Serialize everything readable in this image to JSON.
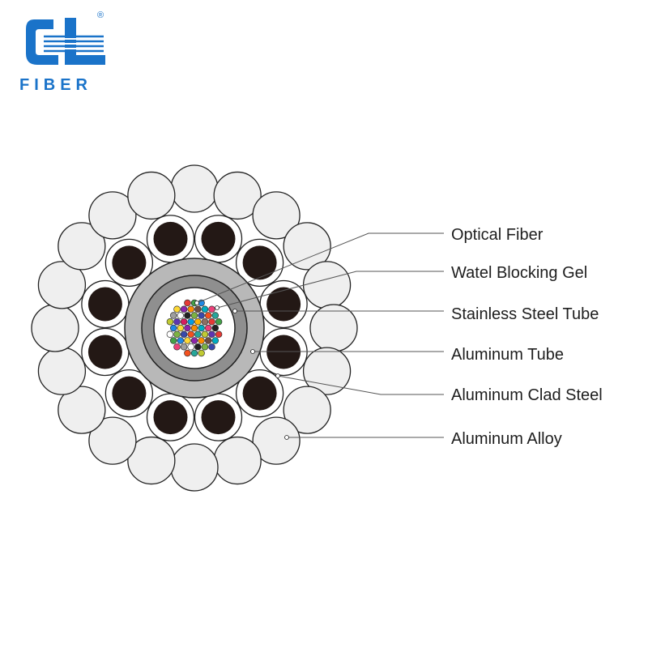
{
  "logo": {
    "mark_letters": "GL",
    "registered_mark": "®",
    "word": "FIBER",
    "color": "#1a73c9"
  },
  "diagram": {
    "labels": [
      "Optical Fiber",
      "Watel Blocking Gel",
      "Stainless Steel Tube",
      "Aluminum Tube",
      "Aluminum Clad Steel",
      "Aluminum Alloy"
    ],
    "colors": {
      "aluminum_alloy_fill": "#efefef",
      "aluminum_clad_steel_core": "#231815",
      "aluminum_tube": "#b8b8b8",
      "stainless_steel_tube": "#8f8f8f",
      "outline": "#222222",
      "leader_line": "#555555"
    },
    "fiber_colors": [
      "#e53935",
      "#43a047",
      "#1e88e5",
      "#fdd835",
      "#8e24aa",
      "#fb8c00",
      "#6d4c41",
      "#00acc1",
      "#ec407a",
      "#9e9e9e",
      "#ffffff",
      "#212121",
      "#7cb342",
      "#3949ab",
      "#f4511e",
      "#26a69a",
      "#c0ca33",
      "#5e35b1",
      "#d81b60",
      "#039be5",
      "#ffb300",
      "#8d6e63",
      "#e53935",
      "#43a047",
      "#1e88e5",
      "#fdd835",
      "#8e24aa",
      "#fb8c00",
      "#00acc1",
      "#ec407a",
      "#212121",
      "#ffffff",
      "#7cb342",
      "#3949ab",
      "#f4511e",
      "#26a69a",
      "#c0ca33",
      "#5e35b1"
    ]
  }
}
